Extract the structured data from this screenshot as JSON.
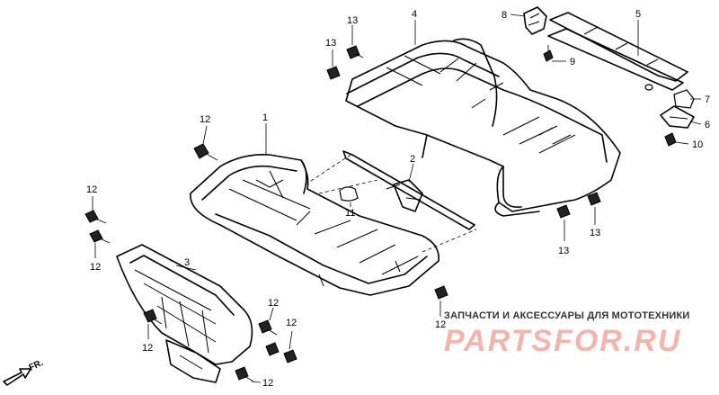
{
  "callouts": {
    "c1": "1",
    "c2": "2",
    "c3": "3",
    "c4": "4",
    "c5": "5",
    "c6": "6",
    "c7": "7",
    "c8": "8",
    "c9": "9",
    "c10": "10",
    "c11": "11",
    "c12": "12",
    "c13": "13"
  },
  "direction": {
    "arrow_label": "FR."
  },
  "watermark": {
    "caption": "ЗАПЧАСТИ И АКСЕССУАРЫ ДЛЯ МОТОТЕХНИКИ",
    "logo_text": "PARTSFOR.RU",
    "logo_color": "#f2b5ad"
  }
}
